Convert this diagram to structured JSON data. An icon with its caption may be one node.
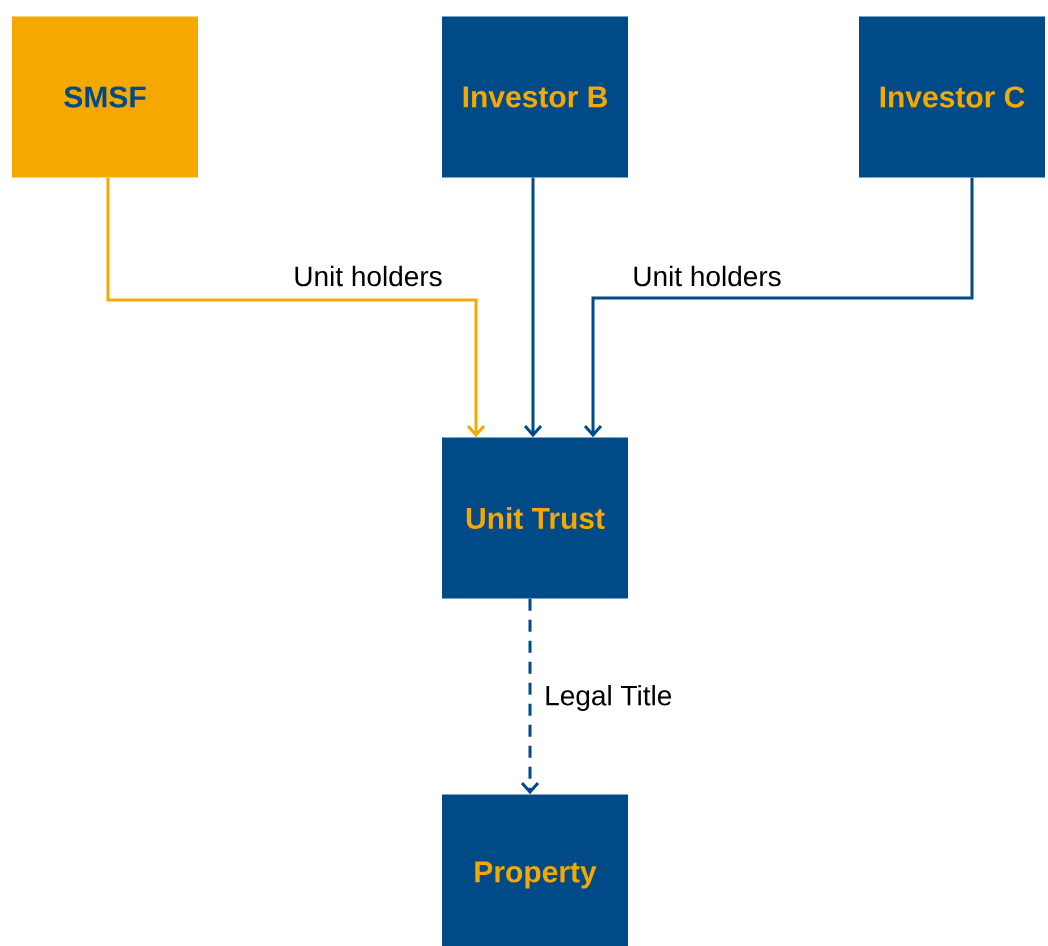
{
  "diagram": {
    "nodes": [
      {
        "text": [
          "SMSF"
        ]
      },
      {
        "text": [
          "Investor B"
        ]
      },
      {
        "text": [
          "Investor C"
        ]
      },
      {
        "text": [
          "Unit Trust"
        ]
      },
      {
        "text": [
          "Property"
        ]
      }
    ],
    "edges": [
      {
        "from": 0,
        "to": 3,
        "arrow": "to",
        "label": "Unit holders",
        "color": "#f5a800"
      },
      {
        "from": 1,
        "to": 3,
        "arrow": "to"
      },
      {
        "from": 2,
        "to": 3,
        "arrow": "to",
        "label": "Unit holders"
      },
      {
        "from": 3,
        "to": 4,
        "arrow": "to",
        "label": "Legal Title",
        "style": "dashed"
      }
    ]
  }
}
